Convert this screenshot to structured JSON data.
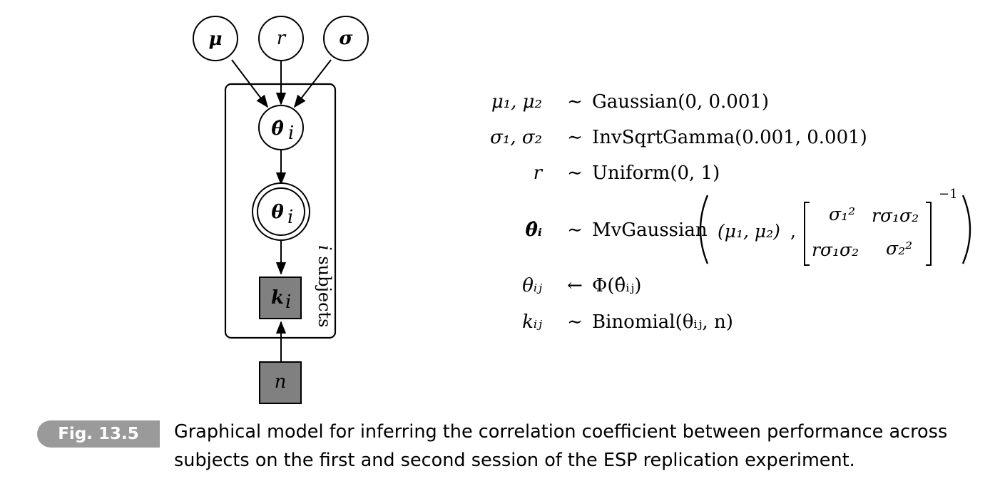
{
  "graph": {
    "nodes": {
      "mu": "μ",
      "r": "r",
      "sigma": "σ",
      "theta_hat": "θ̂",
      "theta_hat_sub": "i",
      "theta": "θ",
      "theta_sub": "i",
      "k": "k",
      "k_sub": "i",
      "n": "n"
    },
    "plate_label_var": "i",
    "plate_label_text": " subjects"
  },
  "equations": {
    "row1": {
      "lhs": "μ₁, μ₂",
      "op": "∼",
      "rhs": "Gaussian(0, 0.001)"
    },
    "row2": {
      "lhs": "σ₁, σ₂",
      "op": "∼",
      "rhs": "InvSqrtGamma(0.001, 0.001)"
    },
    "row3": {
      "lhs": "r",
      "op": "∼",
      "rhs": "Uniform(0, 1)"
    },
    "row4": {
      "lhs": "θ̂ᵢ",
      "op": "∼",
      "rhs_prefix": "MvGaussian",
      "mean": "(μ₁, μ₂)",
      "comma": ",",
      "matrix": {
        "a11": "σ₁²",
        "a12": "rσ₁σ₂",
        "a21": "rσ₁σ₂",
        "a22": "σ₂²"
      },
      "exponent": "−1"
    },
    "row5": {
      "lhs": "θᵢⱼ",
      "op": "←",
      "rhs": "Φ(θ̂ᵢⱼ)"
    },
    "row6": {
      "lhs": "kᵢⱼ",
      "op": "∼",
      "rhs": "Binomial(θᵢⱼ, n)"
    }
  },
  "caption": {
    "tag": "Fig. 13.5",
    "text": "Graphical model for inferring the correlation coefficient between performance across subjects on the first and second session of the ESP replication experiment."
  }
}
